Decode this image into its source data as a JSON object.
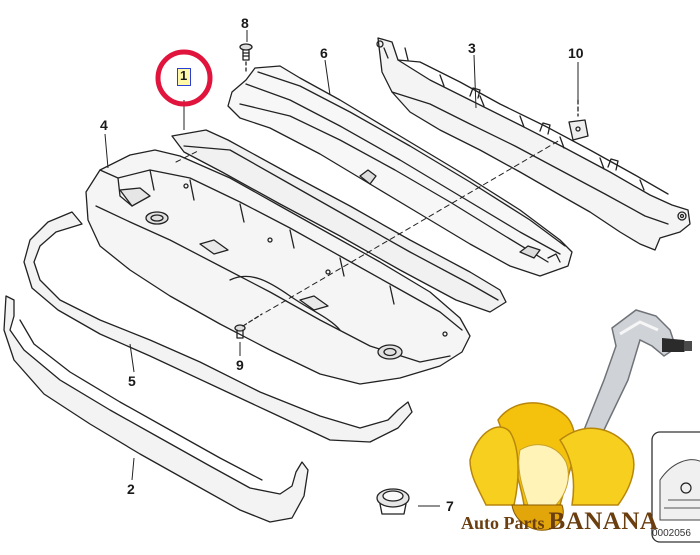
{
  "diagram": {
    "callouts": {
      "c1": "1",
      "c2": "2",
      "c3": "3",
      "c4": "4",
      "c5": "5",
      "c6": "6",
      "c7": "7",
      "c8": "8",
      "c9": "9",
      "c10": "10"
    },
    "highlight_color": "#e0143c"
  },
  "watermark": {
    "prefix": "Auto Parts",
    "name": "BANANA"
  },
  "inset": {
    "code": "0002056"
  }
}
